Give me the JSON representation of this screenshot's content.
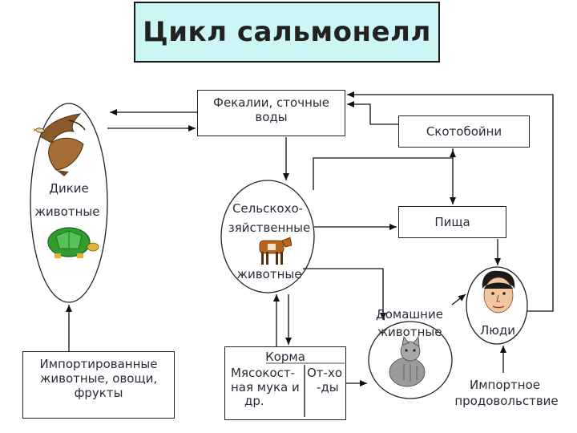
{
  "title": "Цикл сальмонелл",
  "nodes": {
    "feces": {
      "line1": "Фекалии, сточные",
      "line2": "воды"
    },
    "slaughter": "Скотобойни",
    "wild": {
      "line1": "Дикие",
      "line2": "животные"
    },
    "farm": {
      "line1": "Сельскохо-",
      "line2": "зяйственные",
      "line3": "животные"
    },
    "food": "Пища",
    "domestic": {
      "line1": "Домашние",
      "line2": "животные"
    },
    "people": "Люди",
    "imported": {
      "line1": "Импортированные",
      "line2": "животные, овощи,",
      "line3": "фрукты"
    },
    "feed": {
      "line1": "Корма",
      "line2a": "Мясокост-",
      "line2b": "От-хо",
      "line3a": "ная мука и",
      "line3b": "-ды",
      "line4": "др."
    },
    "imported_food": {
      "line1": "Импортное",
      "line2": "продовольствие"
    }
  },
  "icons": {
    "eagle": "eagle-icon",
    "turtle": "turtle-icon",
    "cow": "cow-icon",
    "cat": "cat-icon",
    "man": "man-face-icon"
  }
}
